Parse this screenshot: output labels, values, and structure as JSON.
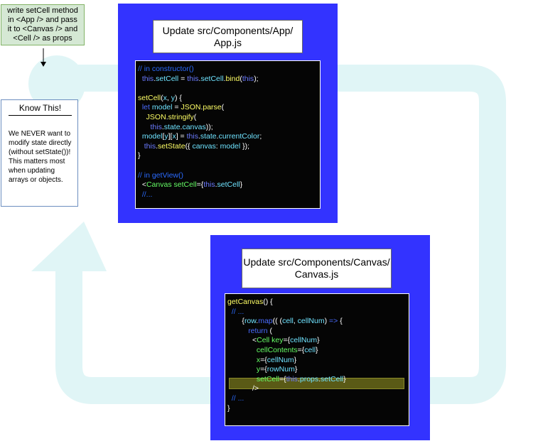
{
  "colors": {
    "flow_background": "#e0f5f6",
    "panel_blue": "#3333ff",
    "note_green": "#d5e8d4",
    "code_bg": "#050505",
    "highlight": "#5a5a16"
  },
  "top_note": {
    "text": "write setCell method\nin <App /> and pass\nit to <Canvas /> and\n<Cell /> as props"
  },
  "know_this": {
    "title": "Know This!",
    "body": "We NEVER want to modify state directly (without setState())! This matters most when updating arrays or objects."
  },
  "panel_app": {
    "file_label": "Update src/Components/App/ App.js",
    "code_lines": [
      [
        [
          "comment",
          "// in constructor()"
        ]
      ],
      [
        [
          "plain",
          "  "
        ],
        [
          "this",
          "this"
        ],
        [
          "plain",
          "."
        ],
        [
          "ident",
          "setCell"
        ],
        [
          "plain",
          " = "
        ],
        [
          "this",
          "this"
        ],
        [
          "plain",
          "."
        ],
        [
          "ident",
          "setCell"
        ],
        [
          "plain",
          "."
        ],
        [
          "func",
          "bind"
        ],
        [
          "plain",
          "("
        ],
        [
          "this",
          "this"
        ],
        [
          "plain",
          ");"
        ]
      ],
      [],
      [
        [
          "func",
          "setCell"
        ],
        [
          "plain",
          "("
        ],
        [
          "param",
          "x"
        ],
        [
          "plain",
          ", "
        ],
        [
          "param",
          "y"
        ],
        [
          "plain",
          ") {"
        ]
      ],
      [
        [
          "plain",
          "  "
        ],
        [
          "keyword",
          "let"
        ],
        [
          "plain",
          " "
        ],
        [
          "ident",
          "model"
        ],
        [
          "plain",
          " = "
        ],
        [
          "func",
          "JSON"
        ],
        [
          "plain",
          "."
        ],
        [
          "func",
          "parse"
        ],
        [
          "plain",
          "("
        ]
      ],
      [
        [
          "plain",
          "    "
        ],
        [
          "func",
          "JSON"
        ],
        [
          "plain",
          "."
        ],
        [
          "func",
          "stringify"
        ],
        [
          "plain",
          "("
        ]
      ],
      [
        [
          "plain",
          "      "
        ],
        [
          "this",
          "this"
        ],
        [
          "plain",
          "."
        ],
        [
          "ident",
          "state"
        ],
        [
          "plain",
          "."
        ],
        [
          "ident",
          "canvas"
        ],
        [
          "plain",
          "));"
        ]
      ],
      [
        [
          "plain",
          "  "
        ],
        [
          "ident",
          "model"
        ],
        [
          "plain",
          "["
        ],
        [
          "ident",
          "y"
        ],
        [
          "plain",
          "]["
        ],
        [
          "ident",
          "x"
        ],
        [
          "plain",
          "] = "
        ],
        [
          "this",
          "this"
        ],
        [
          "plain",
          "."
        ],
        [
          "ident",
          "state"
        ],
        [
          "plain",
          "."
        ],
        [
          "ident",
          "currentColor"
        ],
        [
          "plain",
          ";"
        ]
      ],
      [
        [
          "plain",
          "   "
        ],
        [
          "this",
          "this"
        ],
        [
          "plain",
          "."
        ],
        [
          "func",
          "setState"
        ],
        [
          "plain",
          "({ "
        ],
        [
          "ident",
          "canvas"
        ],
        [
          "plain",
          ": "
        ],
        [
          "ident",
          "model"
        ],
        [
          "plain",
          " });"
        ]
      ],
      [
        [
          "plain",
          "}"
        ]
      ],
      [],
      [
        [
          "comment",
          "// in getView()"
        ]
      ],
      [
        [
          "plain",
          "  <"
        ],
        [
          "tag",
          "Canvas"
        ],
        [
          "plain",
          " "
        ],
        [
          "tag",
          "setCell"
        ],
        [
          "plain",
          "={"
        ],
        [
          "this",
          "this"
        ],
        [
          "plain",
          "."
        ],
        [
          "ident",
          "setCell"
        ],
        [
          "plain",
          "}"
        ]
      ],
      [
        [
          "comment",
          "  //..."
        ]
      ]
    ]
  },
  "panel_canvas": {
    "file_label": "Update src/Components/Canvas/ Canvas.js",
    "code_lines": [
      [
        [
          "func",
          "getCanvas"
        ],
        [
          "plain",
          "() {"
        ]
      ],
      [
        [
          "comment",
          "  // ..."
        ]
      ],
      [
        [
          "plain",
          "       {"
        ],
        [
          "ident",
          "row"
        ],
        [
          "plain",
          "."
        ],
        [
          "keyword",
          "map"
        ],
        [
          "plain",
          "(( ("
        ],
        [
          "param",
          "cell"
        ],
        [
          "plain",
          ", "
        ],
        [
          "param",
          "cellNum"
        ],
        [
          "plain",
          ") "
        ],
        [
          "arrow",
          "=>"
        ],
        [
          "plain",
          " {"
        ]
      ],
      [
        [
          "plain",
          "          "
        ],
        [
          "keyword",
          "return"
        ],
        [
          "plain",
          " ("
        ]
      ],
      [
        [
          "plain",
          "            <"
        ],
        [
          "tag",
          "Cell"
        ],
        [
          "plain",
          " "
        ],
        [
          "tag",
          "key"
        ],
        [
          "plain",
          "={"
        ],
        [
          "ident",
          "cellNum"
        ],
        [
          "plain",
          "}"
        ]
      ],
      [
        [
          "plain",
          "              "
        ],
        [
          "tag",
          "cellContents"
        ],
        [
          "plain",
          "={"
        ],
        [
          "ident",
          "cell"
        ],
        [
          "plain",
          "}"
        ]
      ],
      [
        [
          "plain",
          "              "
        ],
        [
          "tag",
          "x"
        ],
        [
          "plain",
          "={"
        ],
        [
          "ident",
          "cellNum"
        ],
        [
          "plain",
          "}"
        ]
      ],
      [
        [
          "plain",
          "              "
        ],
        [
          "tag",
          "y"
        ],
        [
          "plain",
          "={"
        ],
        [
          "ident",
          "rowNum"
        ],
        [
          "plain",
          "}"
        ]
      ],
      [
        [
          "plain",
          "              "
        ],
        [
          "tag",
          "setCell"
        ],
        [
          "plain",
          "={"
        ],
        [
          "this",
          "this"
        ],
        [
          "plain",
          "."
        ],
        [
          "ident",
          "props"
        ],
        [
          "plain",
          "."
        ],
        [
          "ident",
          "setCell"
        ],
        [
          "plain",
          "}"
        ]
      ],
      [
        [
          "plain",
          "            />"
        ]
      ],
      [
        [
          "comment",
          "  // ..."
        ]
      ],
      [
        [
          "plain",
          "}"
        ]
      ]
    ]
  }
}
